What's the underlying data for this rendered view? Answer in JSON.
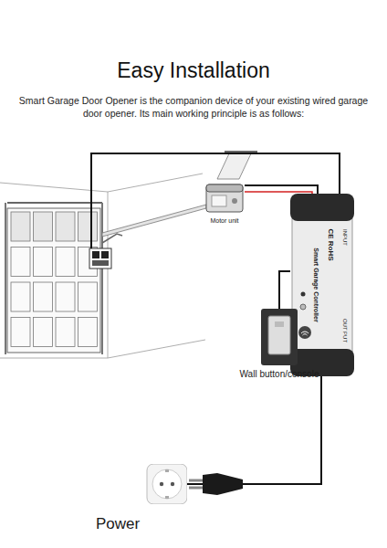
{
  "diagram": {
    "title": "Easy Installation",
    "nodes": [
      {
        "text": [
          "Motor unit"
        ]
      },
      {
        "text": [
          "Smart Garage Controller",
          "CE RoHS",
          "INPUT",
          "OUT PUT"
        ]
      },
      {
        "text": [
          "Wall button/console"
        ]
      },
      {
        "text": [
          "Power"
        ]
      }
    ],
    "edges": [
      {
        "from": 1,
        "to": 0,
        "arrow": "none"
      },
      {
        "from": 2,
        "to": 1,
        "arrow": "none"
      },
      {
        "from": 3,
        "to": 1,
        "arrow": "none"
      }
    ],
    "labels": [
      "Smart Garage Door Opener is the companion device of your existing wired garage door opener. Its main working principle is as follows:"
    ]
  }
}
